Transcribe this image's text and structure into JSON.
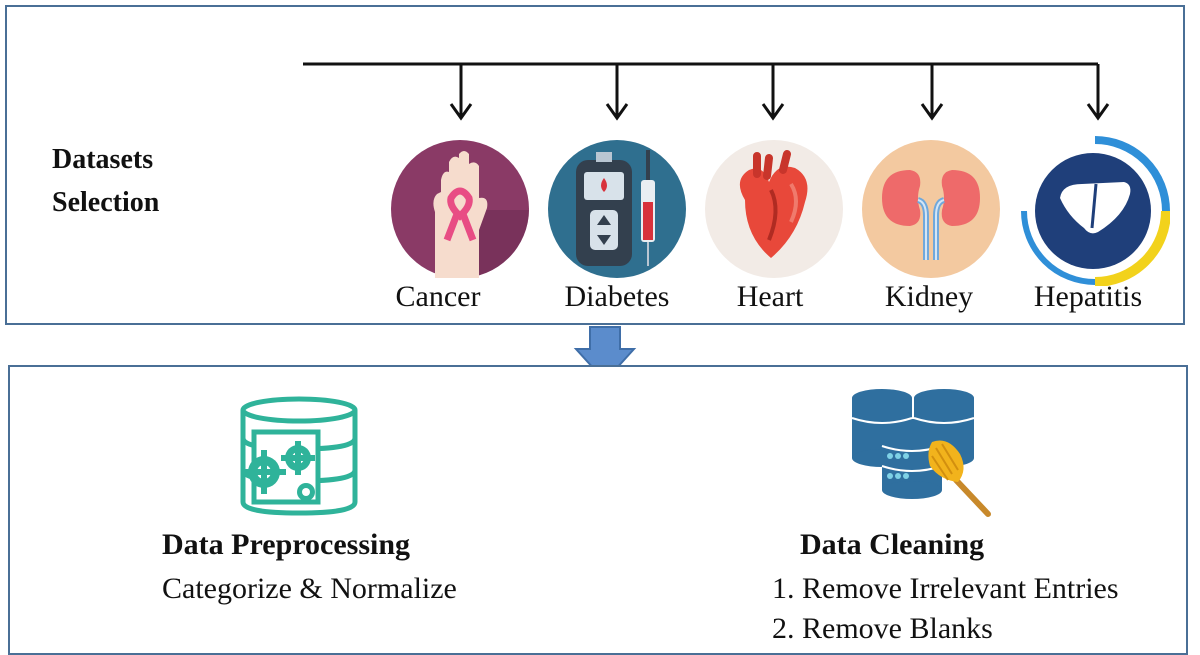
{
  "datasets": {
    "heading_line1": "Datasets",
    "heading_line2": "Selection",
    "items": [
      {
        "label": "Cancer",
        "icon": "cancer-ribbon-hand-icon",
        "bg": "#8a3a66"
      },
      {
        "label": "Diabetes",
        "icon": "glucose-meter-syringe-icon",
        "bg": "#2f6f8f"
      },
      {
        "label": "Heart",
        "icon": "heart-organ-icon",
        "bg": "#f2ebe6"
      },
      {
        "label": "Kidney",
        "icon": "kidneys-icon",
        "bg": "#f3c9a0"
      },
      {
        "label": "Hepatitis",
        "icon": "liver-icon",
        "bg": "#1f3f7a"
      }
    ]
  },
  "flow_arrow": {
    "color": "#5b8ccc"
  },
  "steps": {
    "preprocessing": {
      "title": "Data Preprocessing",
      "text": "Categorize & Normalize",
      "icon": "database-gears-icon",
      "color": "#2fb39a"
    },
    "cleaning": {
      "title": "Data Cleaning",
      "items": [
        "1. Remove Irrelevant Entries",
        "2. Remove Blanks"
      ],
      "icon": "database-broom-icon",
      "color": "#2f6f9f"
    }
  }
}
